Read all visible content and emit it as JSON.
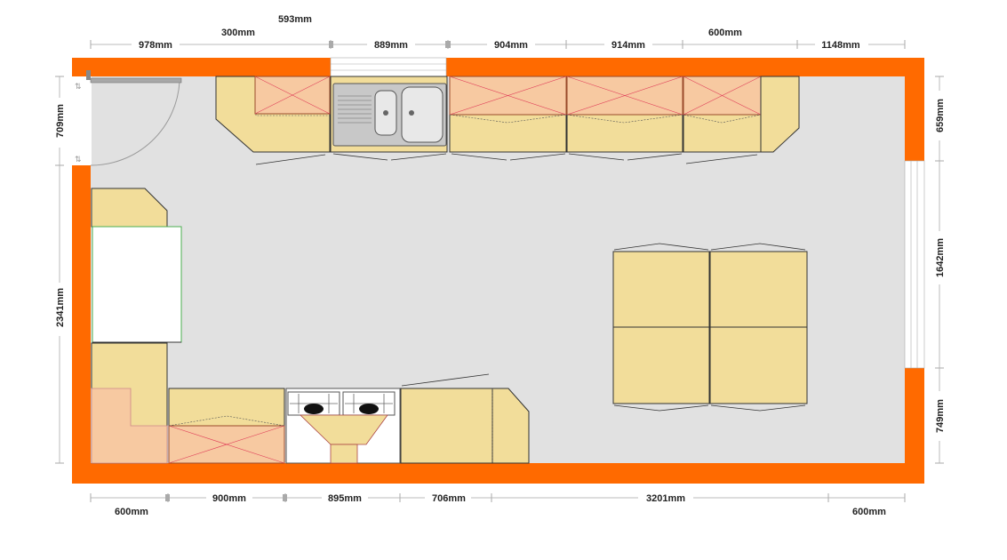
{
  "dimensions": {
    "top": [
      "978mm",
      "300mm",
      "593mm",
      "889mm",
      "904mm",
      "914mm",
      "600mm",
      "1148mm"
    ],
    "bottom": [
      "600mm",
      "900mm",
      "895mm",
      "706mm",
      "3201mm",
      "600mm"
    ],
    "left": [
      "709mm",
      "2341mm"
    ],
    "right": [
      "659mm",
      "1642mm",
      "749mm"
    ]
  },
  "colors": {
    "wall": "#ff6a00",
    "floor": "#e1e1e1",
    "base_cabinet": "#f2dd9a",
    "wall_cabinet": "#f7c9a1",
    "fridge_outline": "#4caf50"
  },
  "icons": {
    "sink": "sink-icon",
    "hob": "hob-icon",
    "door": "door-icon",
    "window": "window-icon",
    "fridge": "fridge-icon"
  }
}
